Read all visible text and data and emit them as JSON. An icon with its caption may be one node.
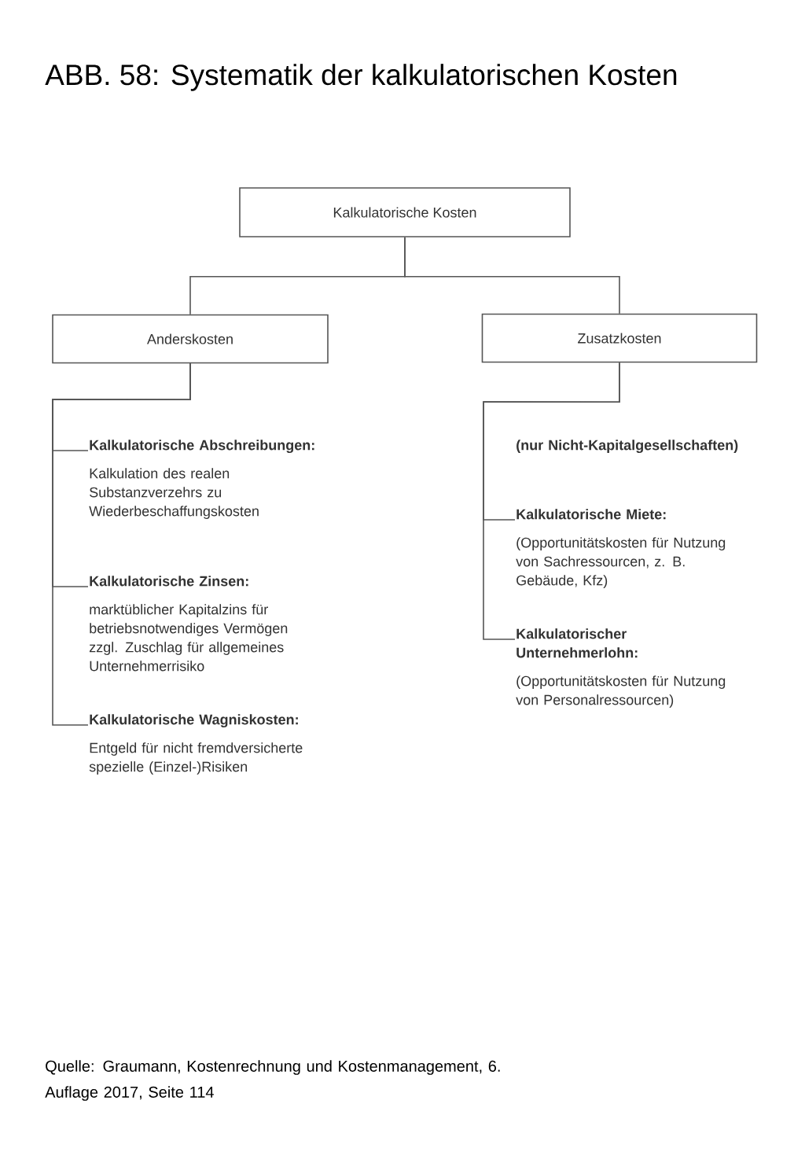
{
  "diagram": {
    "title": "ABB. 58: Systematik der kalkulatorischen Kosten",
    "caption": "Quelle: Graumann, Kostenrechnung und Kostenmanagement, 6. Auflage 2017, Seite 114",
    "nodes": [
      {
        "text": [
          "Kalkulatorische Kosten"
        ]
      },
      {
        "text": [
          "Anderskosten"
        ]
      },
      {
        "text": [
          "Zusatzkosten"
        ]
      },
      {
        "text": [
          "Kalkulatorische Abschreibungen:",
          "Kalkulation des realen Substanzverzehrs zu Wiederbeschaffungskosten"
        ]
      },
      {
        "text": [
          "Kalkulatorische Zinsen:",
          "marktüblicher Kapitalzins für betriebsnotwendiges Vermögen zzgl. Zuschlag für allgemeines Unternehmerrisiko"
        ]
      },
      {
        "text": [
          "Kalkulatorische Wagniskosten:",
          "Entgeld für nicht fremdversicherte spezielle (Einzel-)Risiken"
        ]
      },
      {
        "text": [
          "Kalkulatorische Miete:",
          "(Opportunitätskosten für Nutzung von Sachressourcen, z. B. Gebäude, Kfz)"
        ]
      },
      {
        "text": [
          "Kalkulatorischer Unternehmerlohn:",
          "(Opportunitätskosten für Nutzung von Personalressourcen)"
        ]
      }
    ],
    "edges": [
      {
        "from": 0,
        "to": 1,
        "arrow": "none"
      },
      {
        "from": 0,
        "to": 2,
        "arrow": "none"
      },
      {
        "from": 1,
        "to": 3,
        "arrow": "none"
      },
      {
        "from": 1,
        "to": 4,
        "arrow": "none"
      },
      {
        "from": 1,
        "to": 5,
        "arrow": "none"
      },
      {
        "from": 2,
        "to": 6,
        "arrow": "none"
      },
      {
        "from": 2,
        "to": 7,
        "arrow": "none"
      }
    ],
    "labels": [
      "(nur Nicht-Kapitalgesellschaften)"
    ]
  }
}
